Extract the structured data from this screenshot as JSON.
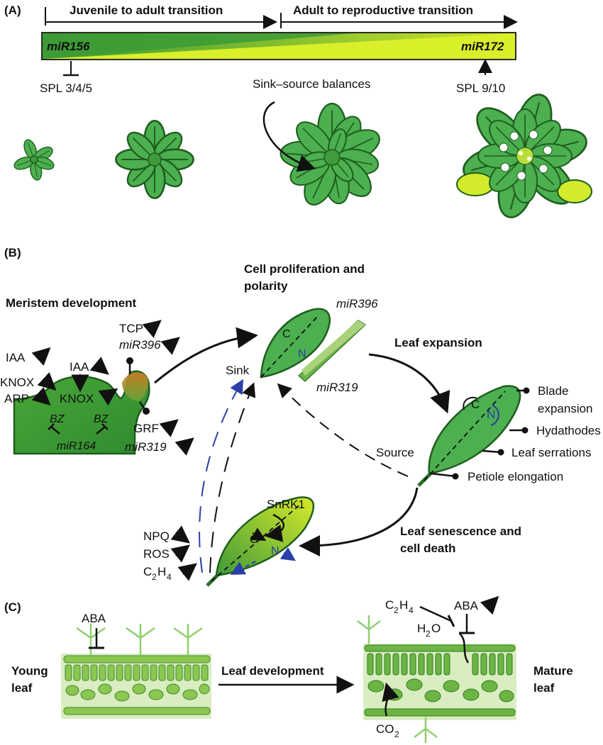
{
  "panelA": {
    "label": "(A)",
    "phase1": "Juvenile to adult transition",
    "phase2": "Adult to reproductive transition",
    "mir_left": "miR156",
    "mir_right": "miR172",
    "spl_left": "SPL 3/4/5",
    "spl_right": "SPL 9/10",
    "sink_source": "Sink–source balances"
  },
  "panelB": {
    "label": "(B)",
    "meristem_title": "Meristem development",
    "iaa": "IAA",
    "iaa2": "IAA",
    "knox": "KNOX",
    "knox2": "KNOX",
    "arp": "ARP",
    "bz": "BZ",
    "bz2": "BZ",
    "mir164": "miR164",
    "tcp": "TCP",
    "mir396": "miR396",
    "grf": "GRF",
    "mir319": "miR319",
    "prolif_title_1": "Cell proliferation and",
    "prolif_title_2": "polarity",
    "mir396_bar": "miR396",
    "mir319_bar": "miR319",
    "sink": "Sink",
    "source": "Source",
    "c": "C",
    "n": "N",
    "expansion_title": "Leaf expansion",
    "blade_1": "Blade",
    "blade_2": "expansion",
    "hydathodes": "Hydathodes",
    "serrations": "Leaf serrations",
    "petiole": "Petiole elongation",
    "senescence_1": "Leaf senescence and",
    "senescence_2": "cell death",
    "snrk1": "SnRK1",
    "npq": "NPQ",
    "ros": "ROS",
    "c2h4": "C",
    "c2h4_sub": "2",
    "c2h4_h": "H",
    "c2h4_sub2": "4"
  },
  "panelC": {
    "label": "(C)",
    "aba_left": "ABA",
    "young_1": "Young",
    "young_2": "leaf",
    "development": "Leaf development",
    "mature_1": "Mature",
    "mature_2": "leaf",
    "c2h4": "C",
    "c2h4_sub": "2",
    "c2h4_h": "H",
    "c2h4_sub2": "4",
    "aba_right": "ABA",
    "h2o": "H",
    "h2o_sub": "2",
    "h2o_o": "O",
    "co2": "CO",
    "co2_sub": "2"
  },
  "colors": {
    "dark_green": "#2e7d32",
    "leaf_green": "#4caf50",
    "light_green": "#8bc34a",
    "yellow": "#e6f01e",
    "blue_dash": "#2b3fa8",
    "orange": "#c7701a"
  }
}
